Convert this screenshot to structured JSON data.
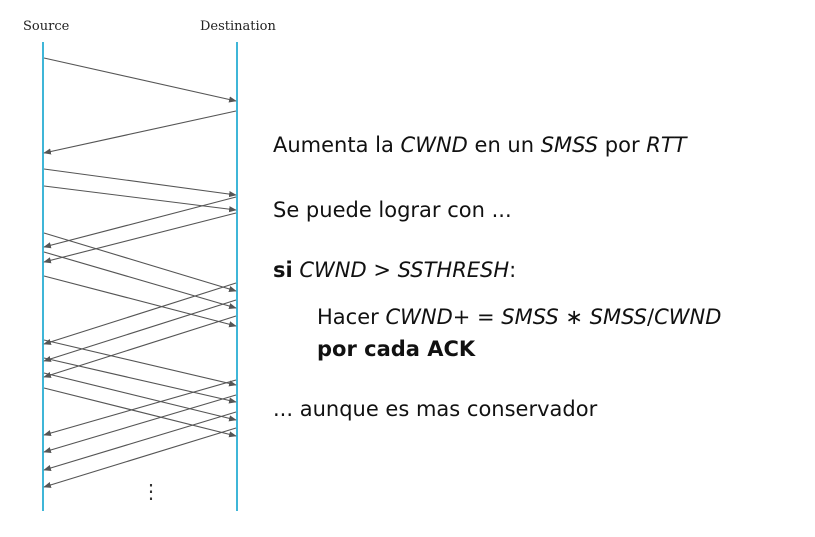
{
  "diagram": {
    "source_label": "Source",
    "destination_label": "Destination",
    "continuation": "⋮",
    "line_color": "#3fb6d8",
    "arrow_color": "#555555"
  },
  "text": {
    "line1": {
      "a": "Aumenta la ",
      "b": "CWND",
      "c": " en un ",
      "d": "SMSS",
      "e": " por ",
      "f": "RTT"
    },
    "line2": "Se puede lograr con ...",
    "line3": {
      "a": "si",
      "b": " CWND ",
      "c": ">",
      "d": " SSTHRESH",
      "e": ":"
    },
    "line4": {
      "a": "Hacer ",
      "b": "CWND",
      "c": "+ = ",
      "d": "SMSS",
      "e": " ∗ ",
      "f": "SMSS",
      "g": "/",
      "h": "CWND"
    },
    "line5": "por cada ACK",
    "line6": "... aunque es mas conservador"
  }
}
